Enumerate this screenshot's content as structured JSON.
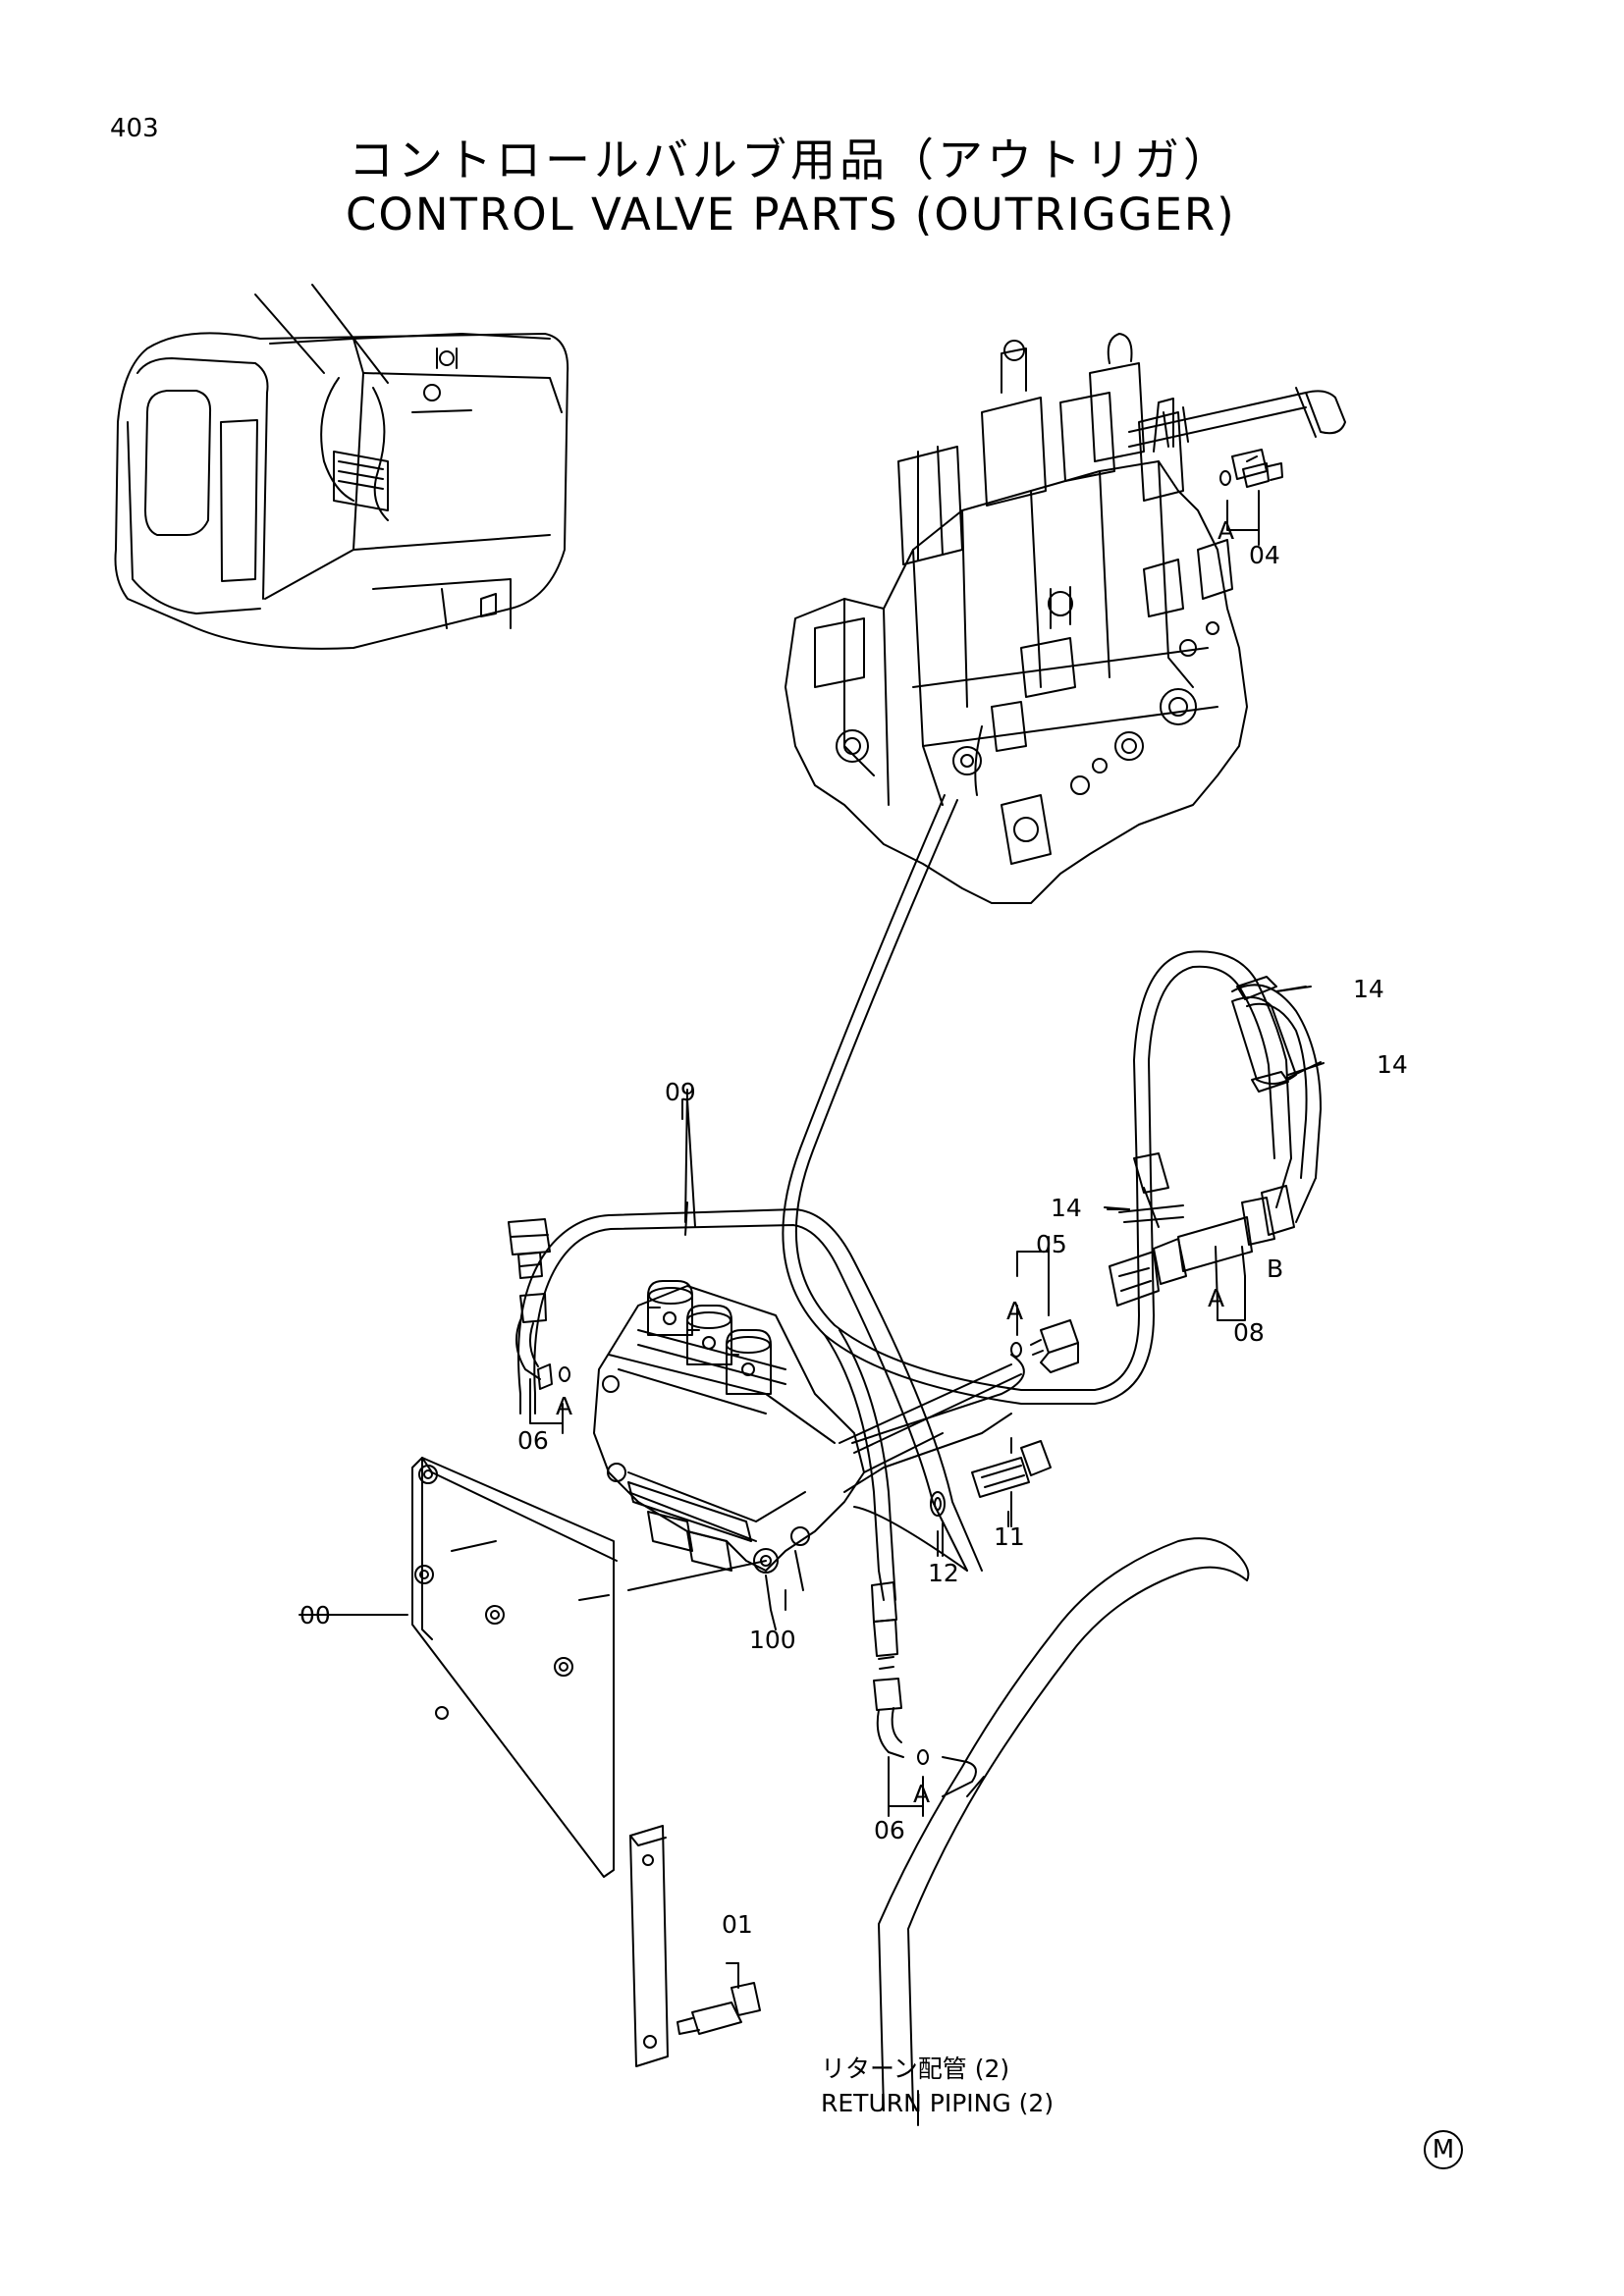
{
  "page_number": "403",
  "title_ja": "コントロールバルブ用品（アウトリガ）",
  "title_en": "CONTROL VALVE PARTS (OUTRIGGER)",
  "callouts": [
    {
      "id": "04",
      "text": "04"
    },
    {
      "id": "a_top",
      "text": "A"
    },
    {
      "id": "14a",
      "text": "14"
    },
    {
      "id": "14b",
      "text": "14"
    },
    {
      "id": "14c",
      "text": "14"
    },
    {
      "id": "05",
      "text": "05"
    },
    {
      "id": "a_05",
      "text": "A"
    },
    {
      "id": "a_08",
      "text": "A"
    },
    {
      "id": "b_08",
      "text": "B"
    },
    {
      "id": "08",
      "text": "08"
    },
    {
      "id": "09",
      "text": "09"
    },
    {
      "id": "06a",
      "text": "06"
    },
    {
      "id": "a_06a",
      "text": "A"
    },
    {
      "id": "11",
      "text": "11"
    },
    {
      "id": "12",
      "text": "12"
    },
    {
      "id": "00",
      "text": "00"
    },
    {
      "id": "100",
      "text": "100"
    },
    {
      "id": "06b",
      "text": "06"
    },
    {
      "id": "a_06b",
      "text": "A"
    },
    {
      "id": "01",
      "text": "01"
    }
  ],
  "return_piping_ja": "リターン配管 (2)",
  "return_piping_en": "RETURN PIPING (2)",
  "corner_mark": "M"
}
